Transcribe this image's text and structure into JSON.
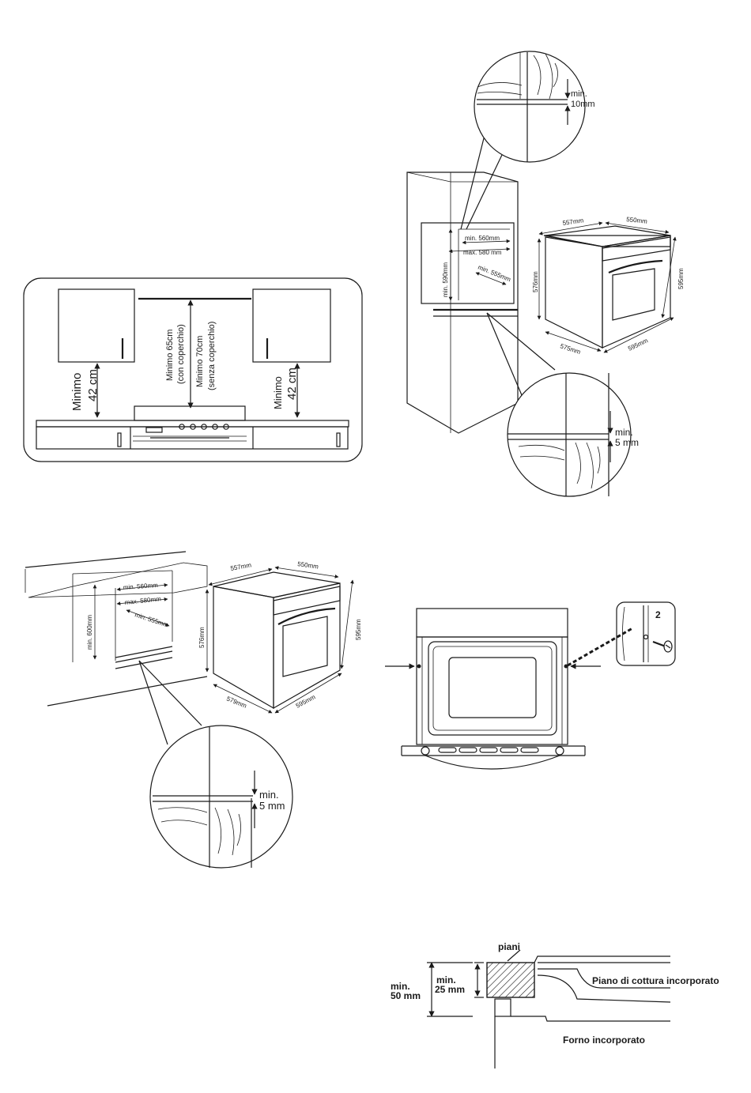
{
  "cabinet_clearance": {
    "left_label_1": "Minimo",
    "left_label_2": "42 cm",
    "center_label_1": "Minimo 65cm",
    "center_label_2": "(con coperchio)",
    "center_label_3": "Minimo 70cm",
    "center_label_4": "(senza coperchio)",
    "right_label_1": "Minimo",
    "right_label_2": "42 cm"
  },
  "tall_cabinet": {
    "zoom_top_min": "min.",
    "zoom_top_value": "10mm",
    "min_width": "min. 560mm",
    "max_width": "max. 580 mm",
    "min_height": "min. 590mm",
    "min_depth": "min. 555mm",
    "zoom_bottom_min": "min.",
    "zoom_bottom_value": "5  mm"
  },
  "oven_dims_top": {
    "w1": "557mm",
    "w2": "550mm",
    "h1": "576mm",
    "h2": "595mm",
    "d1": "575mm",
    "d2": "595mm"
  },
  "under_counter": {
    "min_width": "min. 560mm",
    "max_width": "max. 580mm",
    "min_height": "min. 600mm",
    "min_depth": "min. 555mm",
    "zoom_min": "min.",
    "zoom_value": "5  mm"
  },
  "oven_dims_bottom": {
    "w1": "557mm",
    "w2": "550mm",
    "h1": "576mm",
    "h2": "595mm",
    "d1": "579mm",
    "d2": "595mm"
  },
  "screw_detail": {
    "number": "2"
  },
  "cross_section": {
    "top_label": "piani",
    "outer_min": "min.",
    "outer_value": "50 mm",
    "inner_min": "min.",
    "inner_value": "25 mm",
    "hob_label": "Piano di cottura incorporato",
    "oven_label": "Forno incorporato"
  }
}
